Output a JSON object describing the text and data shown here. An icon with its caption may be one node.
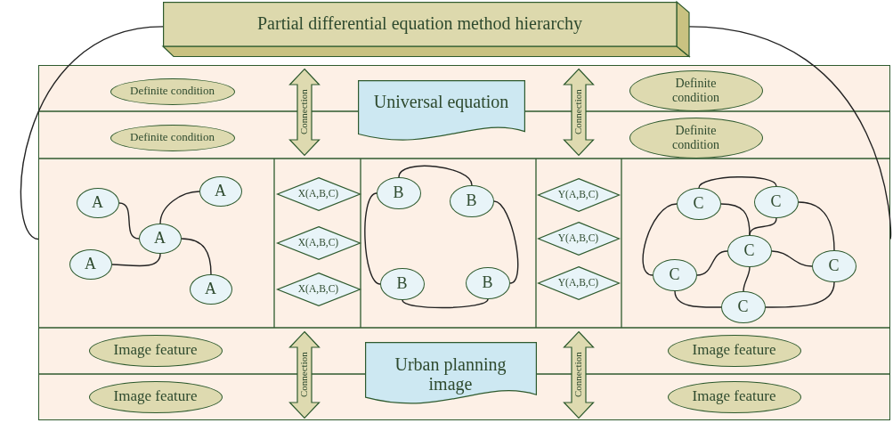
{
  "diagram": {
    "nodes": [
      {
        "text": [
          "Partial differential equation method hierarchy"
        ]
      },
      {
        "text": [],
        "shape": "box"
      },
      {
        "text": [
          "Definite condition"
        ],
        "in": 1
      },
      {
        "text": [
          "Connection"
        ],
        "in": 1
      },
      {
        "text": [
          "Universal equation"
        ],
        "in": 1
      },
      {
        "text": [
          "Connection"
        ],
        "in": 1
      },
      {
        "text": [
          "Definite condition"
        ],
        "in": 1
      },
      {
        "text": [
          "Definite condition"
        ],
        "in": 1
      },
      {
        "text": [
          "Definite condition"
        ],
        "in": 1
      },
      {
        "text": [
          "A"
        ],
        "in": 1
      },
      {
        "text": [
          "A"
        ],
        "in": 1
      },
      {
        "text": [
          "A"
        ],
        "in": 1
      },
      {
        "text": [
          "A"
        ],
        "in": 1
      },
      {
        "text": [
          "A"
        ],
        "in": 1
      },
      {
        "text": [
          "X(A,B,C)"
        ],
        "in": 1
      },
      {
        "text": [
          "X(A,B,C)"
        ],
        "in": 1
      },
      {
        "text": [
          "X(A,B,C)"
        ],
        "in": 1
      },
      {
        "text": [
          "B"
        ],
        "in": 1
      },
      {
        "text": [
          "B"
        ],
        "in": 1
      },
      {
        "text": [
          "B"
        ],
        "in": 1
      },
      {
        "text": [
          "B"
        ],
        "in": 1
      },
      {
        "text": [
          "Y(A,B,C)"
        ],
        "in": 1
      },
      {
        "text": [
          "Y(A,B,C)"
        ],
        "in": 1
      },
      {
        "text": [
          "Y(A,B,C)"
        ],
        "in": 1
      },
      {
        "text": [
          "C"
        ],
        "in": 1
      },
      {
        "text": [
          "C"
        ],
        "in": 1
      },
      {
        "text": [
          "C"
        ],
        "in": 1
      },
      {
        "text": [
          "C"
        ],
        "in": 1
      },
      {
        "text": [
          "C"
        ],
        "in": 1
      },
      {
        "text": [
          "C"
        ],
        "in": 1
      },
      {
        "text": [
          "Image feature"
        ],
        "in": 1
      },
      {
        "text": [
          "Connection"
        ],
        "in": 1
      },
      {
        "text": [
          "Urban planning image"
        ],
        "in": 1
      },
      {
        "text": [
          "Connection"
        ],
        "in": 1
      },
      {
        "text": [
          "Image feature"
        ],
        "in": 1
      },
      {
        "text": [
          "Image feature"
        ],
        "in": 1
      },
      {
        "text": [
          "Image feature"
        ],
        "in": 1
      }
    ],
    "edges": [
      {
        "from": 0,
        "to": 1,
        "arrow": "none"
      },
      {
        "from": 0,
        "to": 1,
        "arrow": "none"
      },
      {
        "from": 11,
        "to": 9,
        "arrow": "none"
      },
      {
        "from": 11,
        "to": 10,
        "arrow": "none"
      },
      {
        "from": 11,
        "to": 12,
        "arrow": "none"
      },
      {
        "from": 11,
        "to": 13,
        "arrow": "none"
      },
      {
        "from": 17,
        "to": 18,
        "arrow": "none"
      },
      {
        "from": 17,
        "to": 19,
        "arrow": "none"
      },
      {
        "from": 18,
        "to": 20,
        "arrow": "none"
      },
      {
        "from": 19,
        "to": 20,
        "arrow": "none"
      },
      {
        "from": 24,
        "to": 25,
        "arrow": "none"
      },
      {
        "from": 24,
        "to": 26,
        "arrow": "none"
      },
      {
        "from": 25,
        "to": 26,
        "arrow": "none"
      },
      {
        "from": 24,
        "to": 27,
        "arrow": "none"
      },
      {
        "from": 26,
        "to": 27,
        "arrow": "none"
      },
      {
        "from": 26,
        "to": 28,
        "arrow": "none"
      },
      {
        "from": 25,
        "to": 28,
        "arrow": "none"
      },
      {
        "from": 26,
        "to": 29,
        "arrow": "none"
      },
      {
        "from": 27,
        "to": 29,
        "arrow": "none"
      },
      {
        "from": 28,
        "to": 29,
        "arrow": "none"
      }
    ]
  }
}
